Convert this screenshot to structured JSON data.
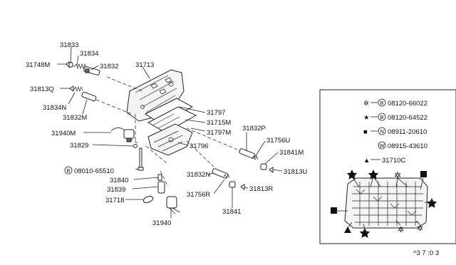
{
  "labels": {
    "p31833": "31833",
    "p31834": "31834",
    "p31748M": "31748M",
    "p31832": "31832",
    "p31713": "31713",
    "p31813Q": "31813Q",
    "p31834N": "31834N",
    "p31832M": "31832M",
    "p31797": "31797",
    "p31715M": "31715M",
    "p31797M": "31797M",
    "p31832P": "31832P",
    "p31756U": "31756U",
    "p31940M": "31940M",
    "p31829": "31829",
    "p31796": "31796",
    "p31841M": "31841M",
    "p31813U": "31813U",
    "p08010_prefix": "B",
    "p08010": "08010-65510",
    "p31840": "31840",
    "p31832N": "31832N",
    "p31839": "31839",
    "p31813R": "31813R",
    "p31756R": "31756R",
    "p31718": "31718",
    "p31841": "31841",
    "p31940": "31940"
  },
  "legend": {
    "items": [
      {
        "symbol": "✲",
        "prefix": "B",
        "code": "08120-66022"
      },
      {
        "symbol": "★",
        "prefix": "B",
        "code": "08120-64522"
      },
      {
        "symbol": "■",
        "prefix": "N",
        "code": "08911-20610"
      },
      {
        "symbol": "",
        "prefix": "W",
        "code": "08915-43610"
      },
      {
        "symbol": "▲",
        "prefix": "",
        "code": "31710C"
      }
    ]
  },
  "footer": {
    "code": "^3 7 :0 3"
  }
}
